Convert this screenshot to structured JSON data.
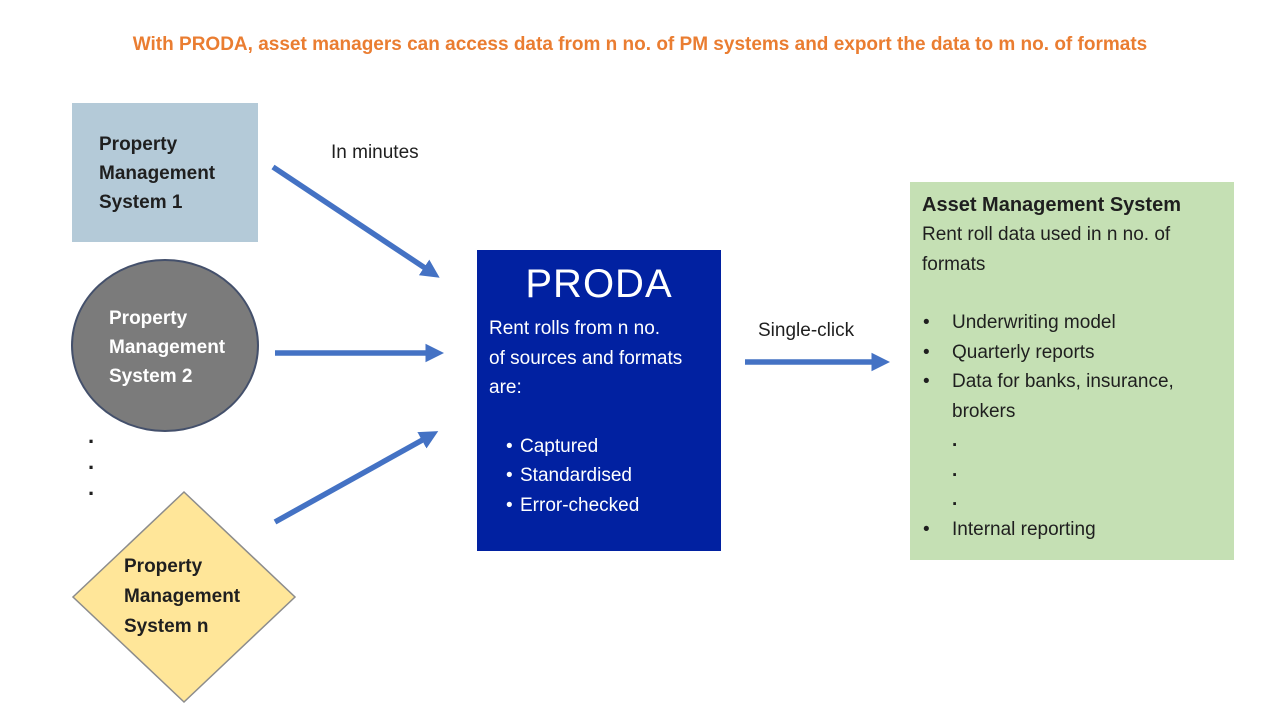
{
  "title": "With PRODA, asset managers can access data from n no. of PM systems and export the data to m no. of formats",
  "sources": [
    {
      "shape": "rectangle",
      "lines": [
        "Property",
        "Management",
        "System 1"
      ]
    },
    {
      "shape": "circle",
      "lines": [
        "Property",
        "Management",
        "System 2"
      ]
    },
    {
      "shape": "diamond",
      "lines": [
        "Property",
        "Management",
        "System n"
      ]
    }
  ],
  "sources_ellipsis": [
    ".",
    ".",
    "."
  ],
  "arrow_labels": {
    "top": "In minutes",
    "right": "Single-click"
  },
  "proda": {
    "title": "PRODA",
    "description_lines": [
      "Rent rolls from n no.",
      "of sources and formats",
      "are:"
    ],
    "bullets": [
      "Captured",
      "Standardised",
      "Error-checked"
    ]
  },
  "asset_system": {
    "title": "Asset Management System",
    "description_lines": [
      "Rent roll data used in n no. of",
      "formats"
    ],
    "bullets": [
      {
        "lines": [
          "Underwriting model"
        ]
      },
      {
        "lines": [
          "Quarterly reports"
        ]
      },
      {
        "lines": [
          "Data for banks, insurance,",
          "brokers"
        ]
      }
    ],
    "ellipsis": [
      ".",
      ".",
      "."
    ],
    "final_bullet": {
      "lines": [
        "Internal reporting"
      ]
    }
  },
  "colors": {
    "title": "#EA7D31",
    "arrow": "#4472C4",
    "proda_bg": "#0121A1",
    "proda_text": "#FFFFFF",
    "asset_bg": "#C5E0B4",
    "rect_bg": "#B4CAD8",
    "circle_bg": "#7B7B7B",
    "circle_border": "#44506B",
    "circle_text": "#FFFFFF",
    "diamond_bg": "#FFE699",
    "diamond_border": "#8C8C8C",
    "dark_text": "#1F1F1F"
  }
}
